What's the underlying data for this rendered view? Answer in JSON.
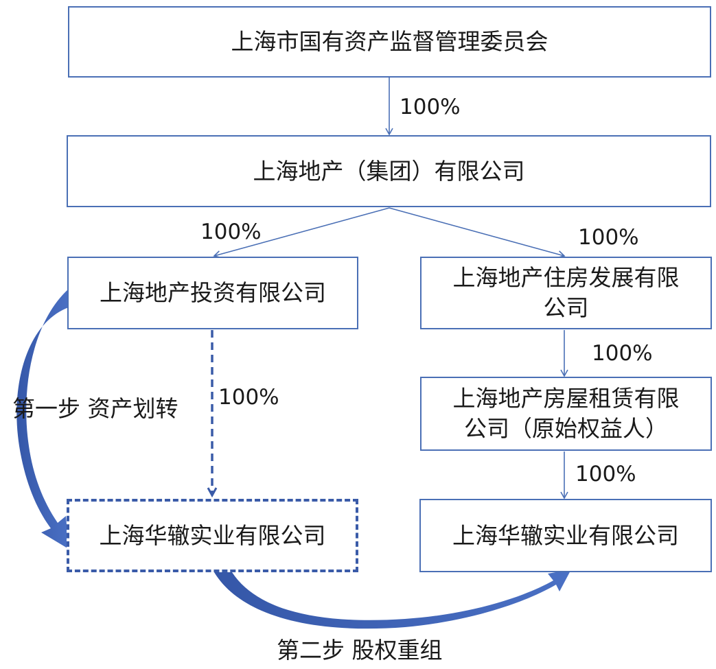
{
  "boxes": {
    "sasac": "上海市国有资产监督管理委员会",
    "group": "上海地产（集团）有限公司",
    "invest": "上海地产投资有限公司",
    "housing": [
      "上海地产住房发展有限",
      "公司"
    ],
    "rental": [
      "上海地产房屋租赁有限",
      "公司（原始权益人）"
    ],
    "huaxin_left": "上海华辙实业有限公司",
    "huaxin_right": "上海华辙实业有限公司"
  },
  "percentages": {
    "sasac_to_group": "100%",
    "group_to_invest": "100%",
    "group_to_housing": "100%",
    "housing_to_rental": "100%",
    "invest_to_huaxin": "100%",
    "rental_to_huaxin": "100%"
  },
  "steps": {
    "step1": "第一步 资产划转",
    "step2": "第二步 股权重组"
  },
  "colors": {
    "box_border": "#4a6fb5",
    "big_arrow": "#3f63b5",
    "text": "#1a1a1a"
  }
}
